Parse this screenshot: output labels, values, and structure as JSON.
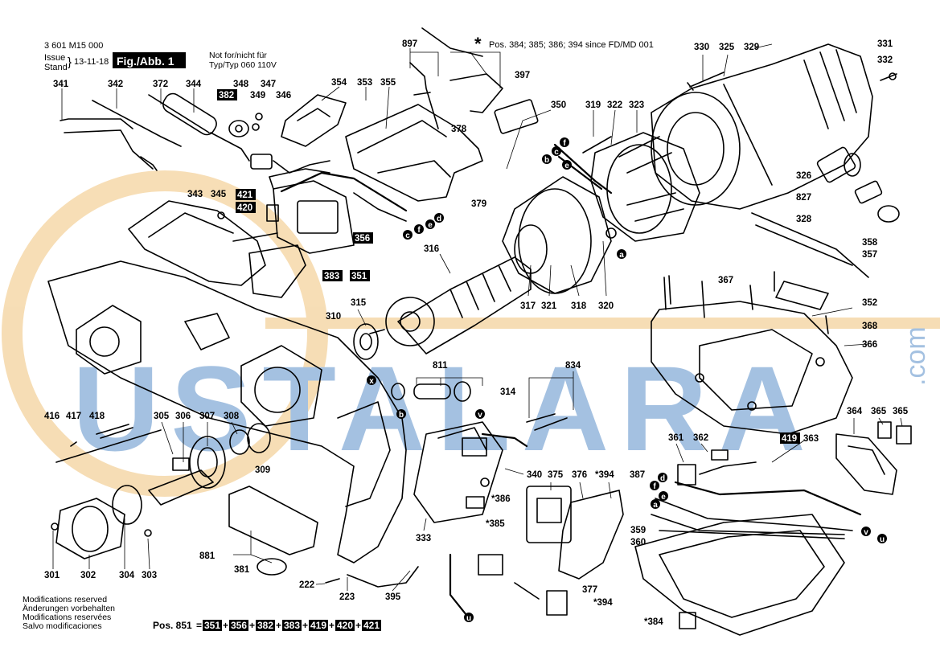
{
  "header": {
    "doc_number": "3 601 M15 000",
    "issue_label": "Issue",
    "stand_label": "Stand",
    "issue_date": "13-11-18",
    "fig_label": "Fig./Abb. 1",
    "not_for_line1": "Not for/nicht für",
    "not_for_line2": "Typ/Typ 060 110V",
    "since_note": "Pos. 384; 385; 386; 394 since FD/MD 001",
    "star": "*"
  },
  "footer": {
    "modifications": [
      "Modifications reserved",
      "Änderungen vorbehalten",
      "Modifications reservées",
      "Salvo modificaciones"
    ],
    "pos851_label": "Pos. 851",
    "pos851_parts": [
      "351",
      "356",
      "382",
      "383",
      "419",
      "420",
      "421"
    ]
  },
  "watermark": {
    "text": "USTALARA",
    "suffix": ".com",
    "color": "#5b8fc9",
    "ring_color": "#f0c27a"
  },
  "part_labels": [
    "341",
    "342",
    "372",
    "344",
    "348",
    "382",
    "349",
    "347",
    "346",
    "354",
    "353",
    "355",
    "897",
    "397",
    "378",
    "379",
    "350",
    "319",
    "322",
    "323",
    "330",
    "325",
    "329",
    "331",
    "332",
    "326",
    "827",
    "328",
    "343",
    "345",
    "421",
    "420",
    "356",
    "383",
    "351",
    "316",
    "317",
    "321",
    "318",
    "320",
    "358",
    "357",
    "367",
    "352",
    "368",
    "366",
    "310",
    "315",
    "811",
    "314",
    "834",
    "416",
    "417",
    "418",
    "305",
    "306",
    "307",
    "308",
    "309",
    "333",
    "340",
    "375",
    "376",
    "*394",
    "*386",
    "*385",
    "387",
    "359",
    "360",
    "361",
    "362",
    "419",
    "363",
    "364",
    "365",
    "365",
    "881",
    "381",
    "222",
    "223",
    "395",
    "301",
    "302",
    "304",
    "303",
    "377",
    "*394",
    "*384"
  ],
  "wire_markers": [
    "a",
    "b",
    "c",
    "d",
    "e",
    "f",
    "u",
    "v",
    "x"
  ],
  "colors": {
    "ink": "#000000",
    "paper": "#ffffff"
  }
}
